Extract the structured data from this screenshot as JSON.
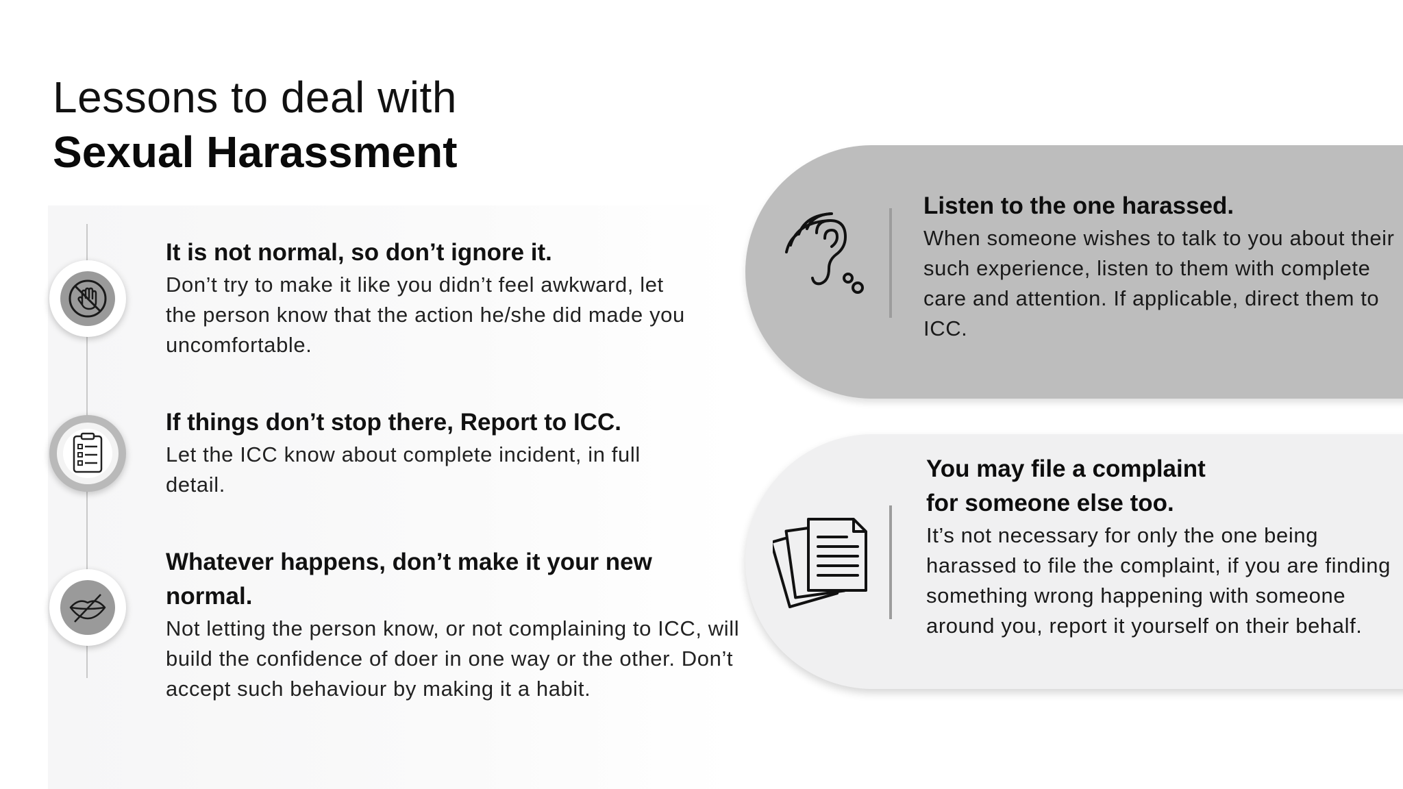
{
  "title": {
    "line1": "Lessons to deal with",
    "line2": "Sexual Harassment"
  },
  "timeline": [
    {
      "heading": "It is not normal, so don’t ignore it.",
      "body": "Don’t try to make it like you didn’t feel awkward, let the person know that the action he/she did made you uncomfortable.",
      "icon": "raised-hand-icon"
    },
    {
      "heading": "If things don’t stop there, Report to ICC.",
      "body": "Let the ICC know about complete incident, in full detail.",
      "icon": "checklist-clipboard-icon"
    },
    {
      "heading": "Whatever happens, don’t make it your new normal.",
      "body": "Not letting the person know, or not complaining to ICC, will build the confidence of doer in one way or the other. Don’t accept such behaviour by making it a habit.",
      "icon": "crossed-lips-icon"
    }
  ],
  "cards": [
    {
      "heading": "Listen to the one harassed.",
      "body": "When someone wishes to talk to you about their such experience, listen to them with complete care and attention. If applicable, direct them to ICC.",
      "icon": "ear-listening-icon",
      "color": "#bdbdbd"
    },
    {
      "heading": "You may file a complaint for someone else too.",
      "body": "It’s not necessary for only the one being harassed to file the complaint, if you are finding something wrong happening with someone around you, report it yourself on their behalf.",
      "icon": "documents-stack-icon",
      "color": "#f0f0f1"
    }
  ]
}
